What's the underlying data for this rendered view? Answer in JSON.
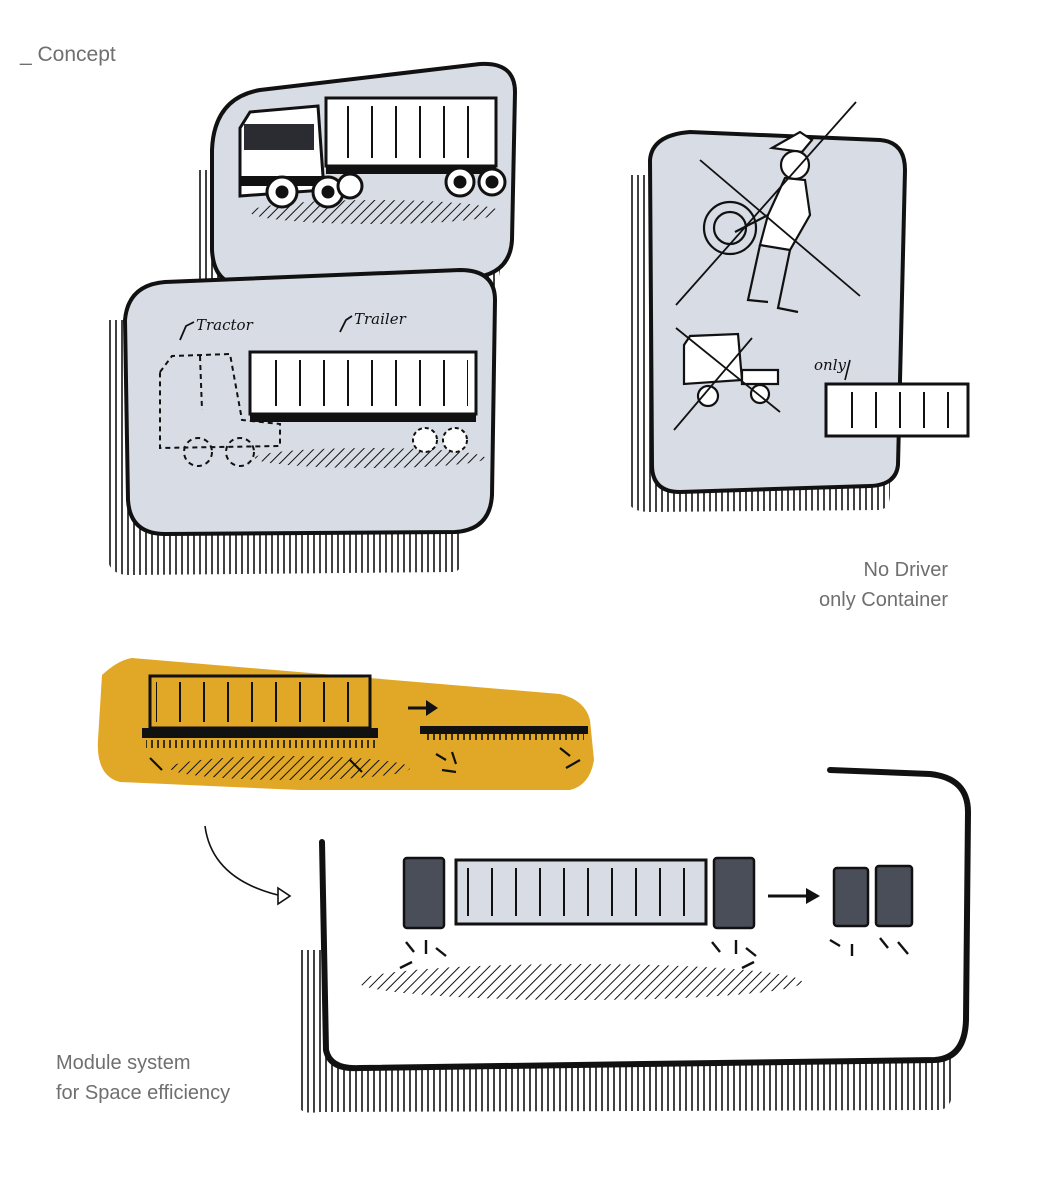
{
  "header": {
    "title": "_ Concept"
  },
  "sketch_labels": {
    "tractor": "Tractor",
    "trailer": "Trailer",
    "only": "only"
  },
  "captions": {
    "no_driver": [
      "No Driver",
      "only Container"
    ],
    "module": [
      "Module system",
      "for Space efficiency"
    ]
  },
  "colors": {
    "panel_fill": "#d7dce5",
    "ink": "#111111",
    "mustard": "#e0a826",
    "dark_module": "#4a4e58",
    "caption_text": "#6f6f6f"
  }
}
